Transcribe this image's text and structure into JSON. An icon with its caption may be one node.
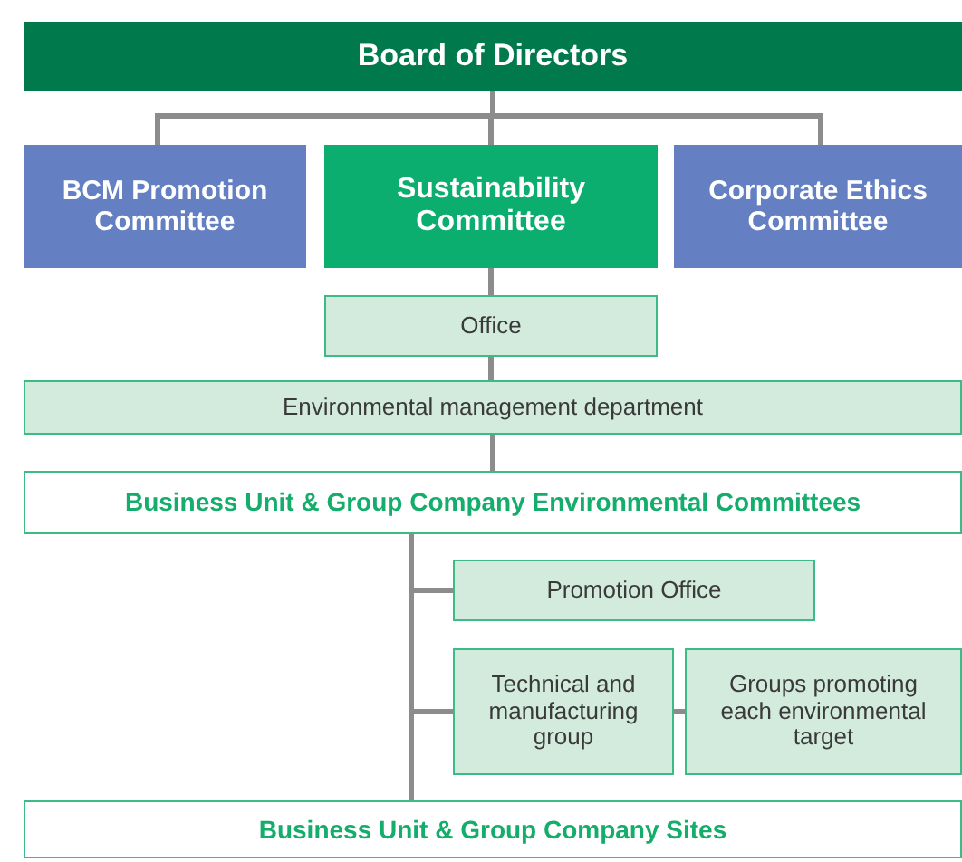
{
  "diagram": {
    "nodes": [
      {
        "text": [
          "Board of Directors"
        ]
      },
      {
        "text": [
          "BCM Promotion Committee"
        ]
      },
      {
        "text": [
          "Sustainability Committee"
        ]
      },
      {
        "text": [
          "Corporate Ethics Committee"
        ]
      },
      {
        "text": [
          "Office"
        ]
      },
      {
        "text": [
          "Environmental management department"
        ]
      },
      {
        "text": [
          "Business Unit & Group Company Environmental Committees"
        ]
      },
      {
        "text": [
          "Promotion Office"
        ]
      },
      {
        "text": [
          "Technical and manufacturing group"
        ]
      },
      {
        "text": [
          "Groups promoting each environmental target"
        ]
      },
      {
        "text": [
          "Business Unit & Group Company Sites"
        ]
      }
    ],
    "edges": [
      {
        "from": 0,
        "to": 1,
        "arrow": "none"
      },
      {
        "from": 0,
        "to": 2,
        "arrow": "none"
      },
      {
        "from": 0,
        "to": 3,
        "arrow": "none"
      },
      {
        "from": 2,
        "to": 4,
        "arrow": "none"
      },
      {
        "from": 4,
        "to": 5,
        "arrow": "none"
      },
      {
        "from": 5,
        "to": 6,
        "arrow": "none"
      },
      {
        "from": 6,
        "to": 7,
        "arrow": "none"
      },
      {
        "from": 6,
        "to": 8,
        "arrow": "none"
      },
      {
        "from": 8,
        "to": 9,
        "arrow": "none"
      },
      {
        "from": 6,
        "to": 10,
        "arrow": "none"
      }
    ]
  }
}
